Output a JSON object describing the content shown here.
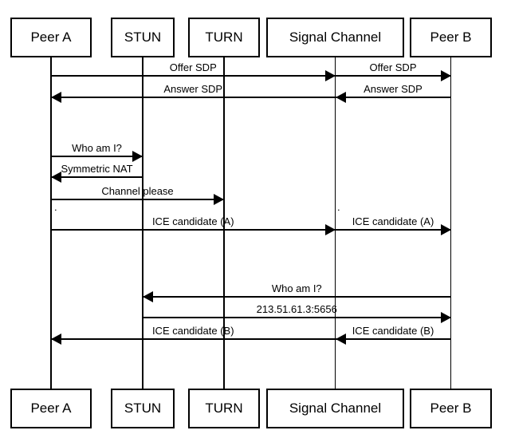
{
  "diagram": {
    "type": "sequence-diagram",
    "colors": {
      "line": "#000000",
      "text": "#000000",
      "background": "#ffffff"
    },
    "actors": [
      {
        "id": "peer-a",
        "label": "Peer A"
      },
      {
        "id": "stun",
        "label": "STUN"
      },
      {
        "id": "turn",
        "label": "TURN"
      },
      {
        "id": "signal",
        "label": "Signal Channel"
      },
      {
        "id": "peer-b",
        "label": "Peer B"
      }
    ],
    "messages": [
      {
        "from": "peer-a",
        "to": "signal",
        "label": "Offer SDP"
      },
      {
        "from": "signal",
        "to": "peer-b",
        "label": "Offer SDP"
      },
      {
        "from": "signal",
        "to": "peer-a",
        "label": "Answer SDP"
      },
      {
        "from": "peer-b",
        "to": "signal",
        "label": "Answer SDP"
      },
      {
        "from": "peer-a",
        "to": "stun",
        "label": "Who am I?"
      },
      {
        "from": "stun",
        "to": "peer-a",
        "label": "Symmetric NAT"
      },
      {
        "from": "peer-a",
        "to": "turn",
        "label": "Channel please"
      },
      {
        "from": "peer-a",
        "to": "signal",
        "label": "ICE candidate (A)"
      },
      {
        "from": "signal",
        "to": "peer-b",
        "label": "ICE candidate (A)"
      },
      {
        "from": "peer-b",
        "to": "stun",
        "label": "Who am I?"
      },
      {
        "from": "stun",
        "to": "peer-b",
        "label": "213.51.61.3:5656"
      },
      {
        "from": "peer-b",
        "to": "signal",
        "label": "ICE candidate (B)"
      },
      {
        "from": "signal",
        "to": "peer-a",
        "label": "ICE candidate (B)"
      }
    ],
    "annotations": [
      {
        "text": ".",
        "near": "peer-a"
      },
      {
        "text": ".",
        "near": "signal"
      }
    ]
  }
}
